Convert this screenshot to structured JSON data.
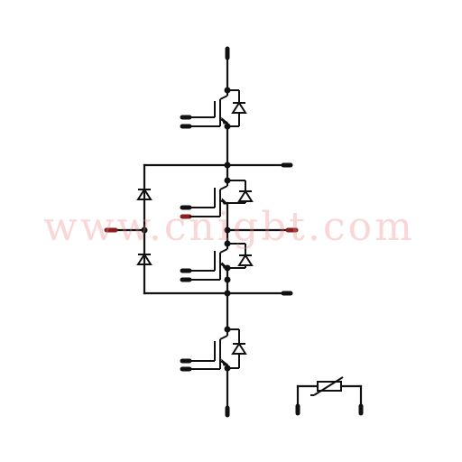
{
  "diagram": {
    "title": "",
    "components": {
      "igbt_count": 4,
      "clamp_diode_count": 2,
      "thermistor_count": 1
    },
    "colors": {
      "wire": "#111111",
      "terminal": "#111111",
      "neutral_terminal": "#8b1d1d",
      "watermark": "#eb8282"
    }
  },
  "watermark": {
    "text": "www.cnigbt.com"
  }
}
